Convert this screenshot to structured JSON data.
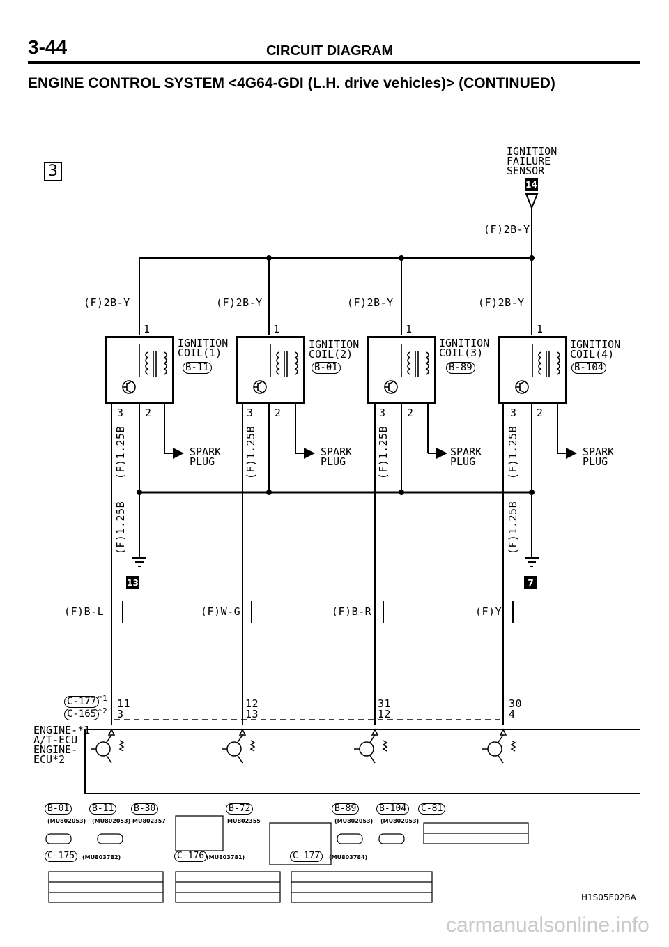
{
  "header": {
    "page_number": "3-44",
    "title": "CIRCUIT DIAGRAM",
    "subtitle": "ENGINE CONTROL SYSTEM <4G64-GDI (L.H. drive vehicles)> (CONTINUED)",
    "section": "3"
  },
  "sensor": {
    "label": "IGNITION\nFAILURE\nSENSOR",
    "marker": "14",
    "wire": "(F)2B-Y"
  },
  "supply_wires": [
    "(F)2B-Y",
    "(F)2B-Y",
    "(F)2B-Y",
    "(F)2B-Y"
  ],
  "coils": [
    {
      "label": "IGNITION\nCOIL(1)",
      "connector": "B-11",
      "pin_top": "1",
      "pin_left": "3",
      "pin_right": "2",
      "spark": "SPARK\nPLUG"
    },
    {
      "label": "IGNITION\nCOIL(2)",
      "connector": "B-01",
      "pin_top": "1",
      "pin_left": "3",
      "pin_right": "2",
      "spark": "SPARK\nPLUG"
    },
    {
      "label": "IGNITION\nCOIL(3)",
      "connector": "B-89",
      "pin_top": "1",
      "pin_left": "3",
      "pin_right": "2",
      "spark": "SPARK\nPLUG"
    },
    {
      "label": "IGNITION\nCOIL(4)",
      "connector": "B-104",
      "pin_top": "1",
      "pin_left": "3",
      "pin_right": "2",
      "spark": "SPARK\nPLUG"
    }
  ],
  "ground_wire": "(F)1.25B",
  "ground_markers": [
    "13",
    "7"
  ],
  "signal_wires": [
    "(F)B-L",
    "(F)W-G",
    "(F)B-R",
    "(F)Y"
  ],
  "ecu": {
    "connector_1": "C-177",
    "connector_1_note": "*1",
    "connector_2": "C-165",
    "connector_2_note": "*2",
    "label": "ENGINE-*1\nA/T-ECU\nENGINE-\nECU*2",
    "pins_1": [
      "11",
      "12",
      "31",
      "30"
    ],
    "pins_2": [
      "3",
      "13",
      "12",
      "4"
    ]
  },
  "connectors": [
    {
      "name": "B-01",
      "part": "(MU802053)"
    },
    {
      "name": "B-11",
      "part": "(MU802053)"
    },
    {
      "name": "B-30",
      "part": "MU802357"
    },
    {
      "name": "B-72",
      "part": "MU802355"
    },
    {
      "name": "B-89",
      "part": "(MU802053)"
    },
    {
      "name": "B-104",
      "part": "(MU802053)"
    },
    {
      "name": "C-81",
      "part": ""
    },
    {
      "name": "C-175",
      "part": "(MU803782)"
    },
    {
      "name": "C-176",
      "part": "(MU803781)"
    },
    {
      "name": "C-177",
      "part": "(MU803784)"
    }
  ],
  "figure_code": "H1S05E02BA",
  "footer": "carmanualsonline.info"
}
